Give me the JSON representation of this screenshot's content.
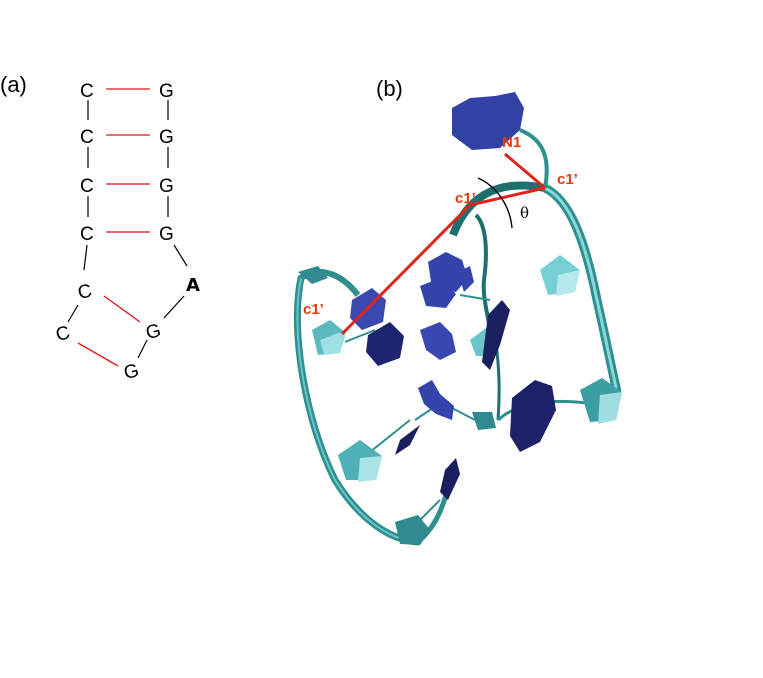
{
  "panel_a": {
    "label": "(a)",
    "left_strand": [
      "C",
      "C",
      "C",
      "C",
      "C",
      "C"
    ],
    "right_strand": [
      "G",
      "G",
      "G",
      "G",
      "A",
      "G",
      "G"
    ]
  },
  "panel_b": {
    "label": "(b)",
    "atom_n1": "N1",
    "atom_c1_top": "c1’",
    "atom_c1_mid": "c1’",
    "atom_c1_left": "c1’",
    "angle_symbol": "θ"
  },
  "colors": {
    "pair_line": "#e0191a",
    "backbone": "#000000",
    "ribbon": "#2e8f8f",
    "ribbon_light": "#7fd3d8",
    "base_dark": "#1e236e",
    "base_mid": "#3444a8",
    "geometry_line": "#e0231b"
  }
}
